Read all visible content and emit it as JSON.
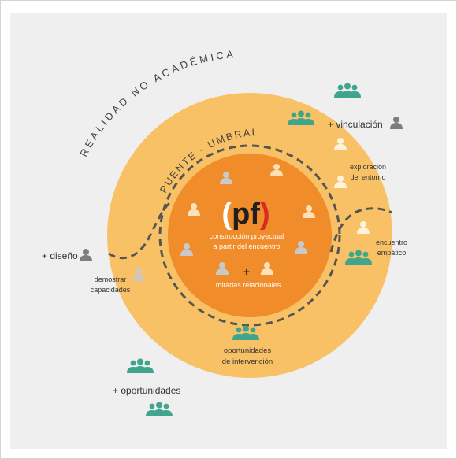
{
  "outer_label": "REALIDAD NO ACADÉMICA",
  "bridge_label": "PUENTE - UMBRAL",
  "logo": {
    "open": "(",
    "text": "pf",
    "close": ")",
    "subtitle_line1": "construcción proyectual",
    "subtitle_line2": "a partir del encuentro"
  },
  "labels": {
    "plus_sign": "+",
    "miradas": "miradas relacionales",
    "exploracion_1": "exploración",
    "exploracion_2": "del entorno",
    "encuentro_1": "encuentro",
    "encuentro_2": "empático",
    "demostrar_1": "demostrar",
    "demostrar_2": "capacidades",
    "oportunidades_1": "oportunidades",
    "oportunidades_2": "de intervención"
  },
  "outside_labels": {
    "vinculacion": "+ vinculación",
    "diseno": "+ diseño",
    "oportunidades": "+ oportunidades"
  },
  "colors": {
    "background": "#efefef",
    "outer_ring": "#f9c165",
    "inner_circle": "#f08c2a",
    "logo_red": "#d62b26",
    "team_green": "#3fa58c",
    "person_gray": "#7d7d7d",
    "dashes": "#555555"
  }
}
